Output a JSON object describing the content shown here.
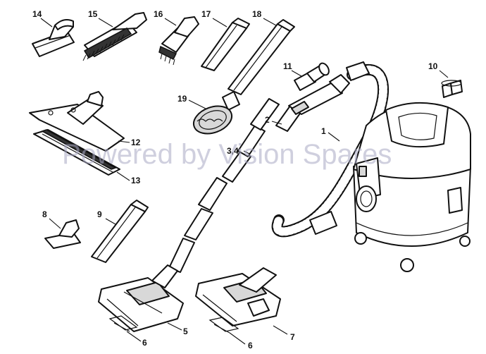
{
  "watermark": "Powered by Vision Spares",
  "callouts": {
    "c1": "1",
    "c2": "2",
    "c34": "3,4",
    "c5": "5",
    "c6a": "6",
    "c6b": "6",
    "c7": "7",
    "c8": "8",
    "c9": "9",
    "c10": "10",
    "c11": "11",
    "c12": "12",
    "c13": "13",
    "c14": "14",
    "c15": "15",
    "c16": "16",
    "c17": "17",
    "c18": "18",
    "c19": "19"
  }
}
